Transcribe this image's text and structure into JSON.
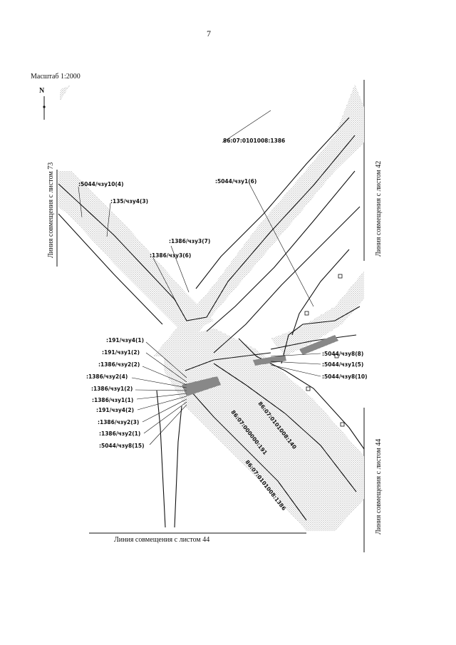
{
  "page": {
    "number": "7",
    "scale": "Масштаб 1:2000",
    "north_label": "N"
  },
  "match_lines": {
    "left": "Линия совмещения с листом 73",
    "right_top": "Линия совмещения с листом 42",
    "right_bottom": "Линия совмещения с листом 44",
    "bottom": "Линия совмещения с листом 44"
  },
  "parcels": {
    "p1386": "86:07:0101008:1386",
    "p140": "86:07:0101008:140",
    "p191": "86:07:000000:191",
    "p1386b": "86:07:0101008:1386"
  },
  "labels": [
    ":5044/чзу10(4)",
    ":135/чзу4(3)",
    ":5044/чзу1(6)",
    ":1386/чзу3(7)",
    ":1386/чзу3(6)",
    ":191/чзу4(1)",
    ":191/чзу1(2)",
    ":1386/чзу2(2)",
    ":1386/чзу2(4)",
    ":1386/чзу1(2)",
    ":1386/чзу1(1)",
    ":191/чзу4(2)",
    ":1386/чзу2(3)",
    ":1386/чзу2(1)",
    ":5044/чзу8(15)",
    ":5044/чзу8(8)",
    ":5044/чзу1(5)",
    ":5044/чзу8(10)"
  ],
  "colors": {
    "hatch": "#9a9a9a",
    "line": "#111111"
  }
}
